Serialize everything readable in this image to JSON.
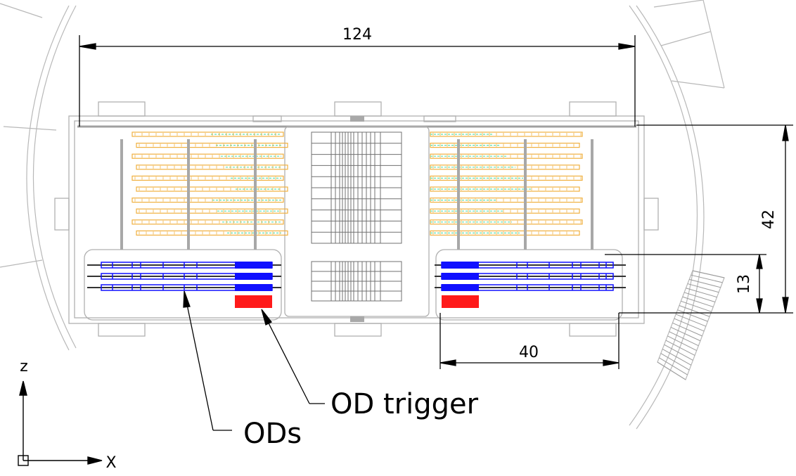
{
  "dimensions": {
    "overall_width": "124",
    "overall_height": "42",
    "od_height": "13",
    "od_width": "40"
  },
  "labels": {
    "od_trigger": "OD trigger",
    "ods": "ODs"
  },
  "axes": {
    "vertical": "z",
    "horizontal": "X"
  },
  "colors": {
    "outline": "#b4b4b4",
    "fiber_orange": "#f0b040",
    "fiber_green": "#5fe0b0",
    "od_blue": "#1010ff",
    "trigger_red": "#ff1a1a",
    "ink": "#000000"
  }
}
